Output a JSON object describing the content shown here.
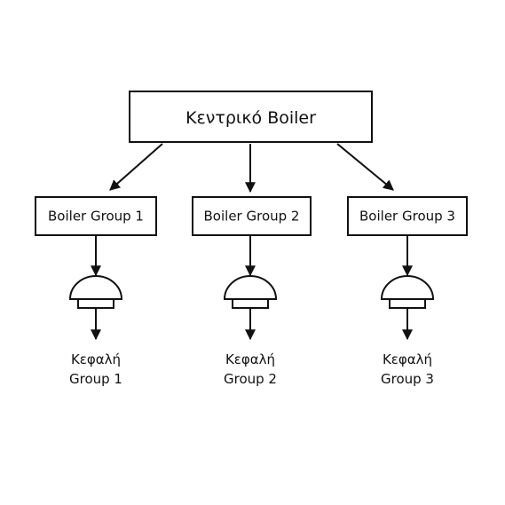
{
  "main_boiler": {
    "label": "Κεντρικό Boiler"
  },
  "groups": [
    {
      "label": "Boiler Group 1",
      "head_line1": "Κεφαλή",
      "head_line2": "Group 1"
    },
    {
      "label": "Boiler Group 2",
      "head_line1": "Κεφαλή",
      "head_line2": "Group 2"
    },
    {
      "label": "Boiler Group 3",
      "head_line1": "Κεφαλή",
      "head_line2": "Group 3"
    }
  ]
}
